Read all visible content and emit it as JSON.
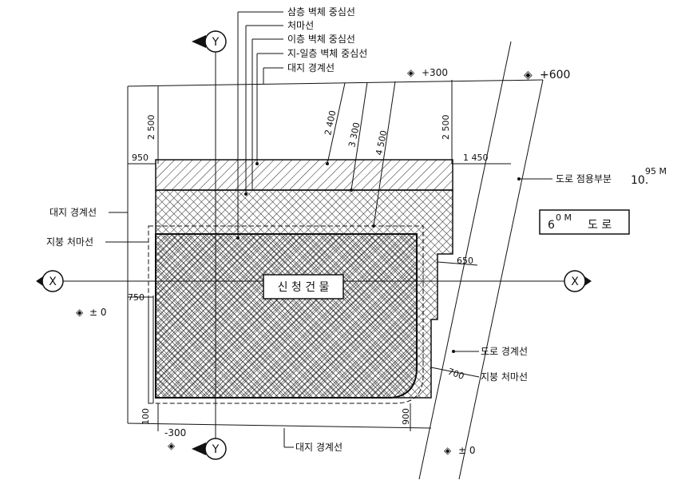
{
  "markers": {
    "y_letter": "Y",
    "x_letter": "X"
  },
  "leaders_top": {
    "third_floor_wall_centerline": "삼층 벽체 중심선",
    "eave_line": "처마선",
    "second_floor_wall_centerline": "이층 벽체 중심선",
    "basement_first_floor_wall_centerline": "지-일층 벽체 중심선",
    "site_boundary_top": "대지 경계선"
  },
  "left_labels": {
    "site_boundary_left": "대지 경계선",
    "roof_eave_line_left": "지붕 처마선"
  },
  "right_labels": {
    "road_occupied_part": "도로 점용부분",
    "road_occupied_value": "10.",
    "road_occupied_sup": "95 M",
    "road_width_value": "6",
    "road_width_sup": "0 M",
    "road_width_word": "도 로",
    "road_boundary": "도로 경계선",
    "roof_eave_line_right": "지붕 처마선"
  },
  "bottom_labels": {
    "site_boundary_bottom": "대지 경계선"
  },
  "building_label": "신 청 건 물",
  "levels": {
    "plus_300": "+300",
    "plus_600": "+600",
    "pm0_left": "± 0",
    "pm0_right": "± 0",
    "minus_300": "-300",
    "diamond": "◈"
  },
  "dimensions": {
    "d_2500_left": "2 500",
    "d_2400": "2 400",
    "d_3300": "3 300",
    "d_4500": "4 500",
    "d_2500_right": "2 500",
    "d_950": "950",
    "d_1450": "1 450",
    "d_650": "650",
    "d_750": "750",
    "d_700": "700",
    "d_100": "100",
    "d_900": "900"
  }
}
